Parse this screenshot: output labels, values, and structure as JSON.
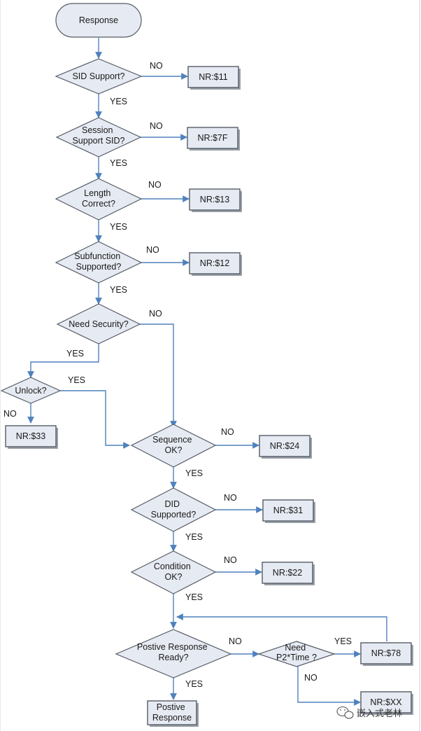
{
  "start_label": "Response",
  "decisions": {
    "sid_support": [
      "SID Support?"
    ],
    "session_support": [
      "Session",
      "Support SID?"
    ],
    "length_correct": [
      "Length",
      "Correct?"
    ],
    "subfunction": [
      "Subfunction",
      "Supported?"
    ],
    "need_security": [
      "Need Security?"
    ],
    "unlock": [
      "Unlock?"
    ],
    "sequence_ok": [
      "Sequence",
      "OK?"
    ],
    "did_supported": [
      "DID",
      "Supported?"
    ],
    "condition_ok": [
      "Condition",
      "OK?"
    ],
    "positive_ready": [
      "Postive Response",
      "Ready?"
    ],
    "need_p2": [
      "Need",
      "P2*Time ?"
    ]
  },
  "nrc": {
    "nr11": "NR:$11",
    "nr7f": "NR:$7F",
    "nr13": "NR:$13",
    "nr12": "NR:$12",
    "nr33": "NR:$33",
    "nr24": "NR:$24",
    "nr31": "NR:$31",
    "nr22": "NR:$22",
    "nr78": "NR:$78",
    "nrxx": "NR:$XX"
  },
  "end_label": [
    "Postive",
    "Response"
  ],
  "edge_labels": {
    "yes": "YES",
    "no": "NO"
  },
  "watermark": "嵌入式老林",
  "colors": {
    "node_fill": "#e6eaf2",
    "node_stroke": "#555b66",
    "edge": "#4f81bd"
  }
}
